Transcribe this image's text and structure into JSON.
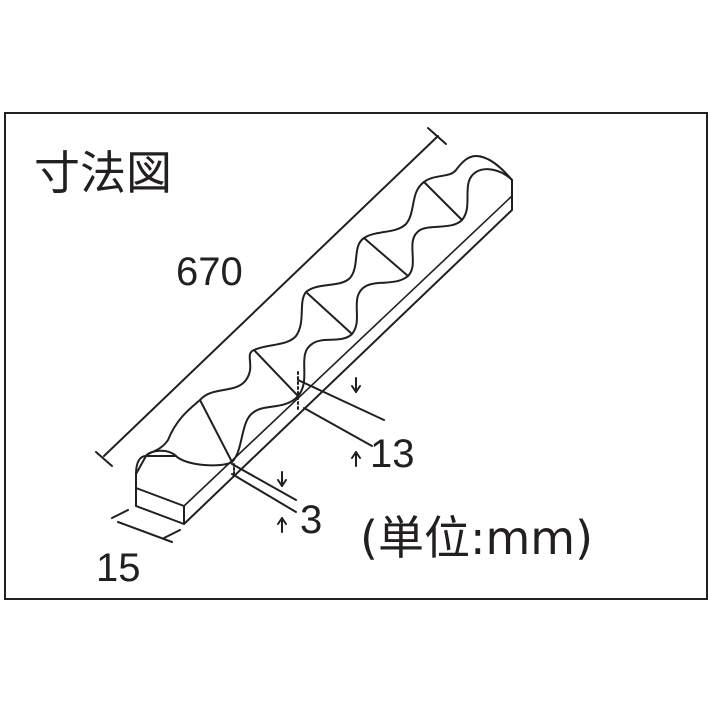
{
  "title": "寸法図",
  "dimensions": {
    "length": "670",
    "width": "15",
    "groove_depth_deep": "13",
    "groove_depth_shallow": "3"
  },
  "unit_note": "(単位:mm)",
  "colors": {
    "line": "#231f20",
    "background": "#ffffff"
  }
}
